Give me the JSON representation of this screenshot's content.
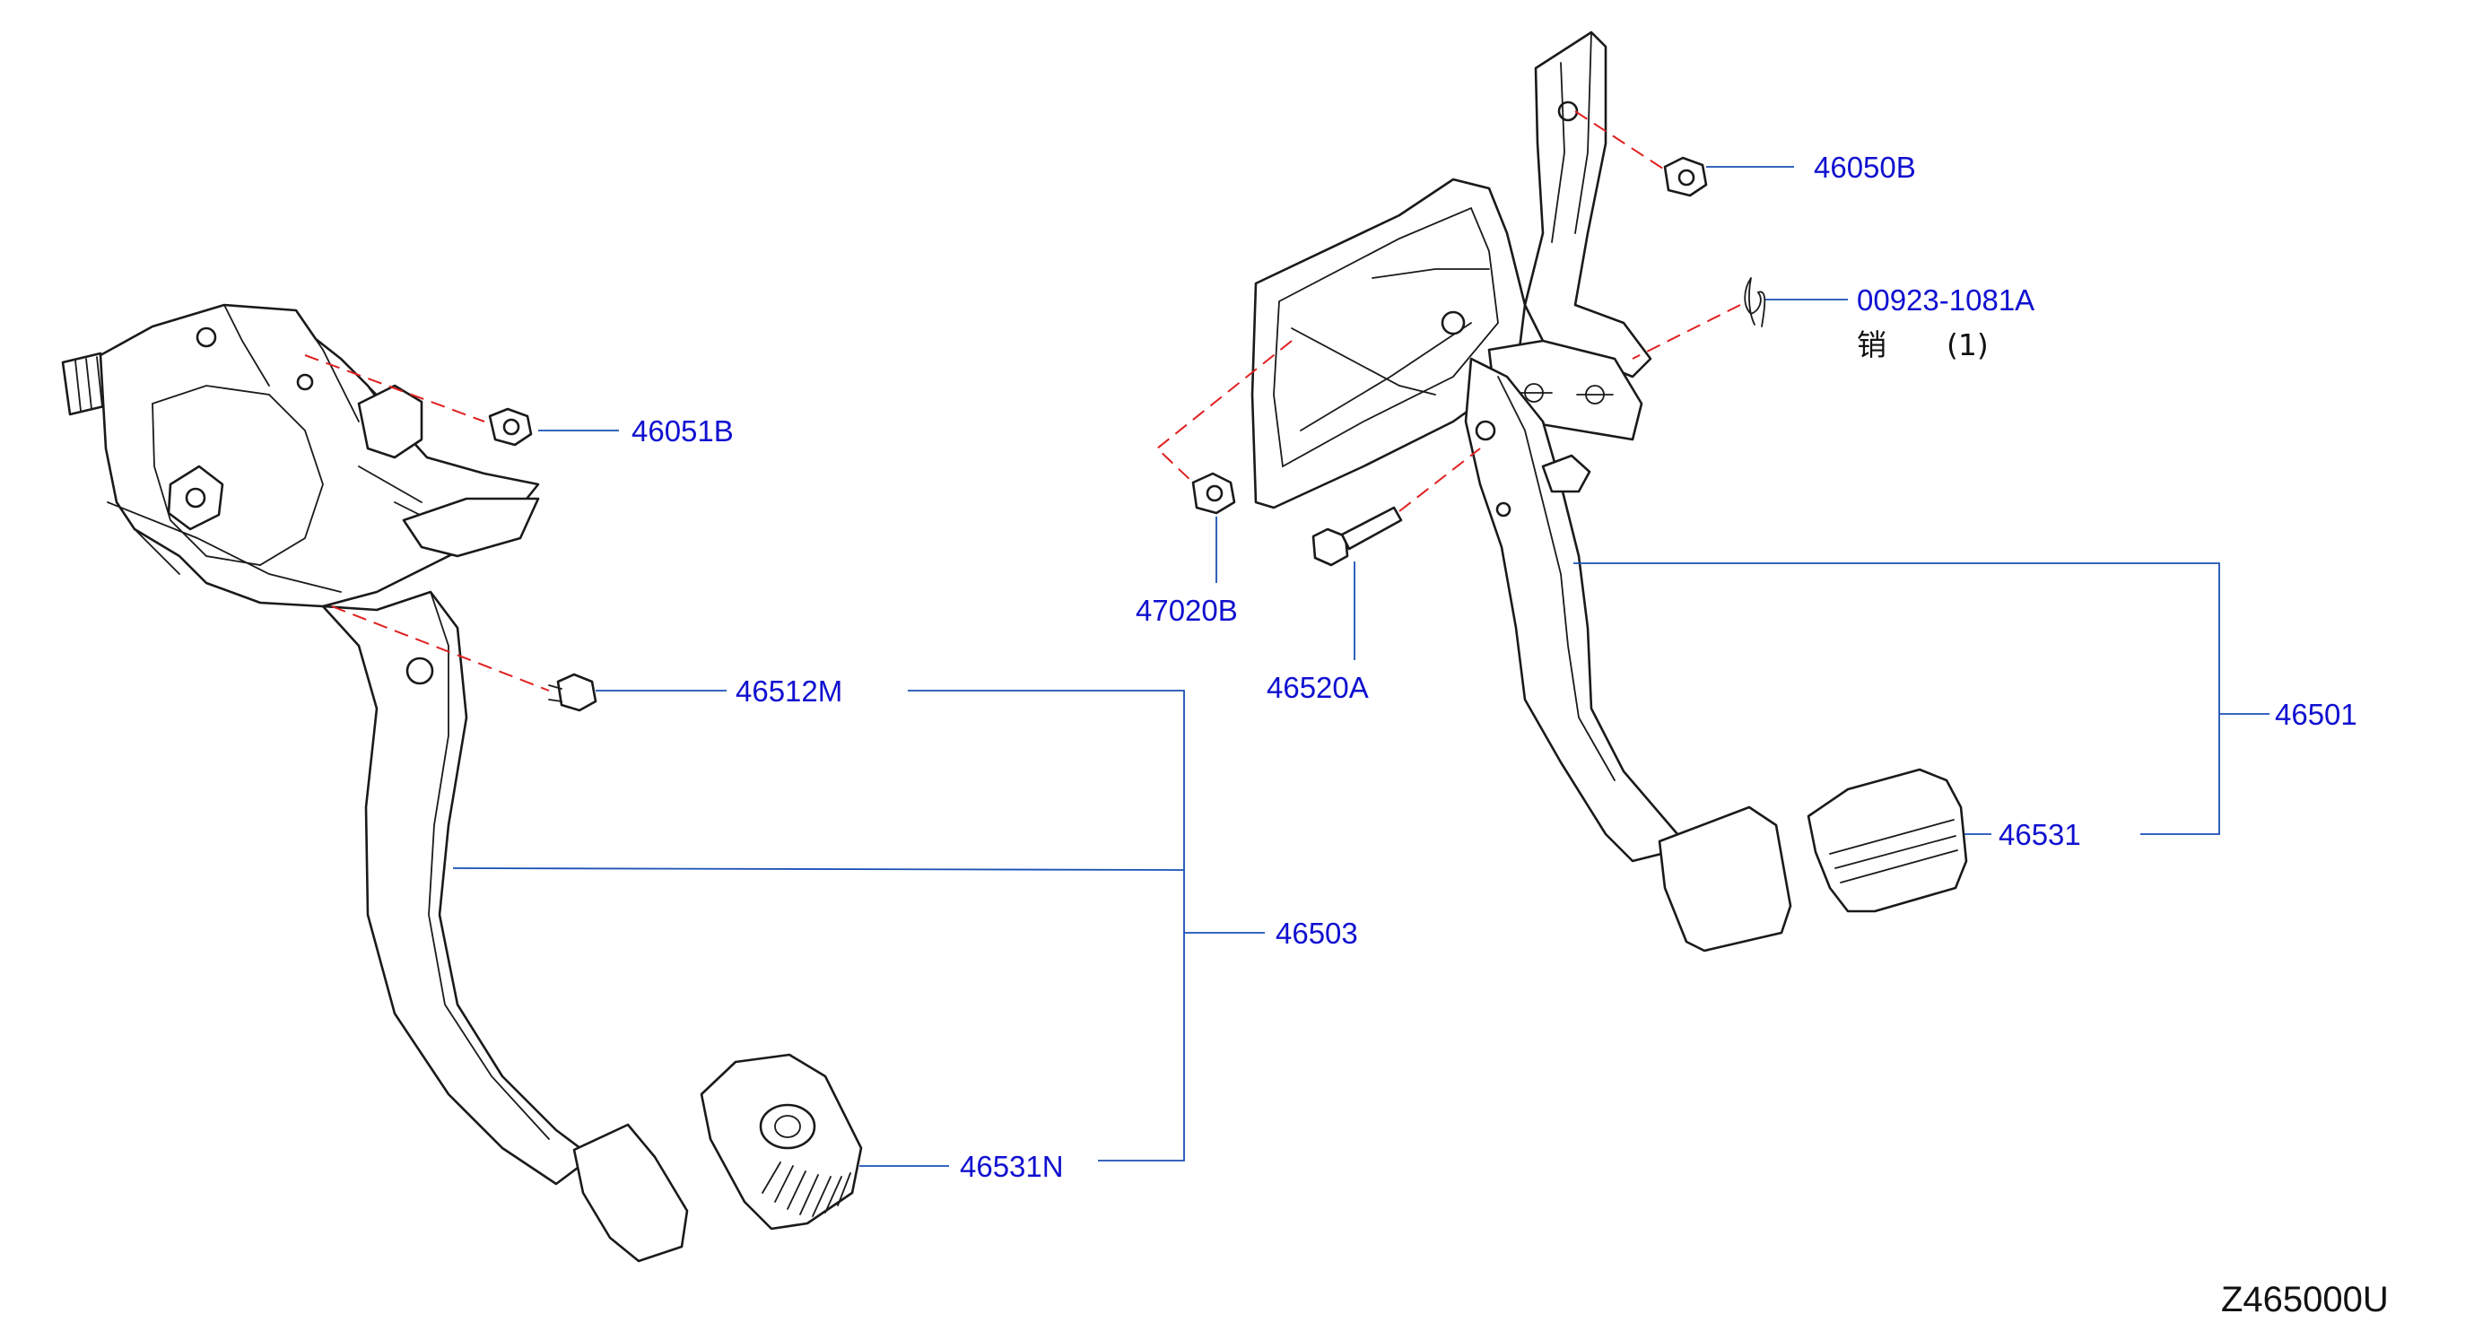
{
  "callouts": {
    "p46051B": "46051B",
    "p46512M": "46512M",
    "p46503": "46503",
    "p46531N": "46531N",
    "p46050B": "46050B",
    "p00923": "00923-1081A",
    "p47020B": "47020B",
    "p46520A": "46520A",
    "p46501": "46501",
    "p46531": "46531"
  },
  "note": {
    "pin_char": "销",
    "pin_qty": "(1)"
  },
  "diagram_code": "Z465000U",
  "colors": {
    "label": "#1010d0",
    "leader": "#1a4fb5",
    "dashed_link": "#e02020",
    "outline": "#1a1a1a"
  }
}
